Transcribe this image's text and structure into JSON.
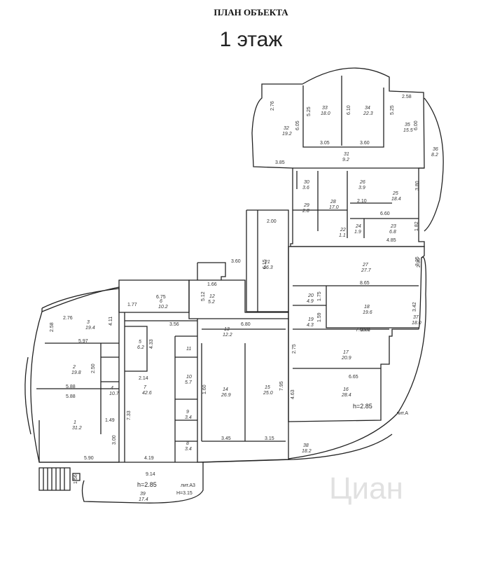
{
  "header": {
    "title": "ПЛАН ОБЪЕКТА",
    "floor": "1 этаж"
  },
  "rooms": [
    {
      "no": "32",
      "area": "19.2"
    },
    {
      "no": "33",
      "area": "18.0"
    },
    {
      "no": "34",
      "area": "22.3"
    },
    {
      "no": "35",
      "area": "15.5"
    },
    {
      "no": "36",
      "area": "8.2"
    },
    {
      "no": "31",
      "area": "9.2"
    },
    {
      "no": "30",
      "area": "3.6"
    },
    {
      "no": "29",
      "area": "2.8"
    },
    {
      "no": "28",
      "area": "17.0"
    },
    {
      "no": "26",
      "area": "3.9"
    },
    {
      "no": "25",
      "area": "18.4"
    },
    {
      "no": "24",
      "area": "1.9"
    },
    {
      "no": "23",
      "area": "6.8"
    },
    {
      "no": "22",
      "area": "1.1"
    },
    {
      "no": "21",
      "area": "16.3"
    },
    {
      "no": "27",
      "area": "27.7"
    },
    {
      "no": "20",
      "area": "4.9"
    },
    {
      "no": "19",
      "area": "4.3"
    },
    {
      "no": "18",
      "area": "19.6"
    },
    {
      "no": "37",
      "area": "18.0"
    },
    {
      "no": "17",
      "area": "20.9"
    },
    {
      "no": "16",
      "area": "28.4"
    },
    {
      "no": "38",
      "area": "18.2"
    },
    {
      "no": "15",
      "area": "25.0"
    },
    {
      "no": "14",
      "area": "26.9"
    },
    {
      "no": "13",
      "area": "12.2"
    },
    {
      "no": "12",
      "area": "5.2"
    },
    {
      "no": "11",
      "area": ""
    },
    {
      "no": "10",
      "area": "5.7"
    },
    {
      "no": "9",
      "area": "3.4"
    },
    {
      "no": "8",
      "area": "3.4"
    },
    {
      "no": "7",
      "area": "42.6"
    },
    {
      "no": "6",
      "area": "10.2"
    },
    {
      "no": "5",
      "area": "6.2"
    },
    {
      "no": "4",
      "area": "10.7"
    },
    {
      "no": "3",
      "area": "19.4"
    },
    {
      "no": "2",
      "area": "19.8"
    },
    {
      "no": "1",
      "area": "31.2"
    },
    {
      "no": "39",
      "area": "17.4"
    }
  ],
  "dims": [
    "2.76",
    "5.25",
    "6.10",
    "5.25",
    "2.58",
    "6.05",
    "6.00",
    "3.05",
    "3.60",
    "3.85",
    "2.10",
    "3.80",
    "6.60",
    "4.85",
    "1.82",
    "2.00",
    "6.15",
    "1.66",
    "5.12",
    "6.75",
    "1.77",
    "3.56",
    "2.76",
    "4.11",
    "2.58",
    "5.97",
    "2.50",
    "5.88",
    "5.88",
    "1.49",
    "2.14",
    "7.33",
    "3.00",
    "5.90",
    "4.19",
    "9.14",
    "1.56",
    "8.65",
    "7.60",
    "3.42",
    "5.72",
    "2.75",
    "6.65",
    "4.63",
    "7.95",
    "3.45",
    "3.15",
    "7.60",
    "3.60",
    "3.25",
    "1.59",
    "1.75",
    "4.33",
    "1.60",
    "6.80",
    "2.35"
  ],
  "annotations": {
    "height_main": "h=2.85",
    "lit_a": "лит.А",
    "height_a3": "h=2.85",
    "lit_a3": "лит.А3",
    "height_a3_alt": "H=3.15"
  },
  "watermark": "Циан"
}
